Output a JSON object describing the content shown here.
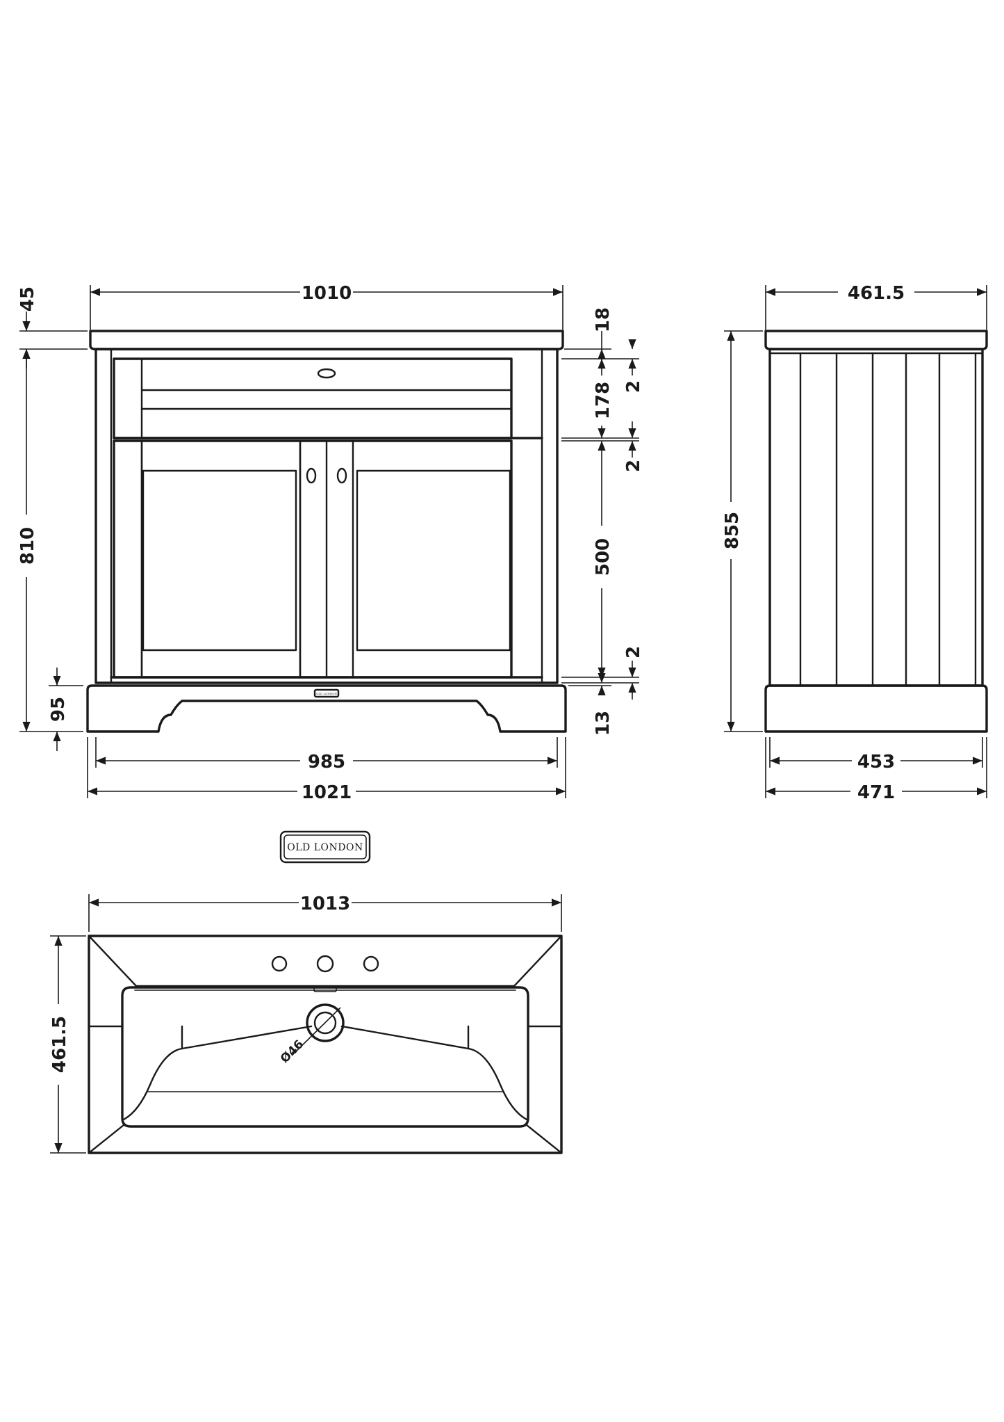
{
  "brand": {
    "logo_text": "OLD LONDON",
    "plinth_badge_text": "OLD LONDON"
  },
  "front_view": {
    "top_width": "1010",
    "top_thickness": "45",
    "carcass_height": "810",
    "plinth_height": "95",
    "inner_width": "985",
    "overall_width": "1021",
    "worktop_gap": "18",
    "drawer_gap_top": "2",
    "drawer_height": "178",
    "drawer_gap_bottom": "2",
    "door_height": "500",
    "door_gap_bottom": "2",
    "plinth_gap": "13"
  },
  "side_view": {
    "top_depth": "461.5",
    "overall_height": "855",
    "inner_depth": "453",
    "overall_depth": "471"
  },
  "basin_view": {
    "width": "1013",
    "depth": "461.5",
    "waste_diameter": "Ø46"
  }
}
